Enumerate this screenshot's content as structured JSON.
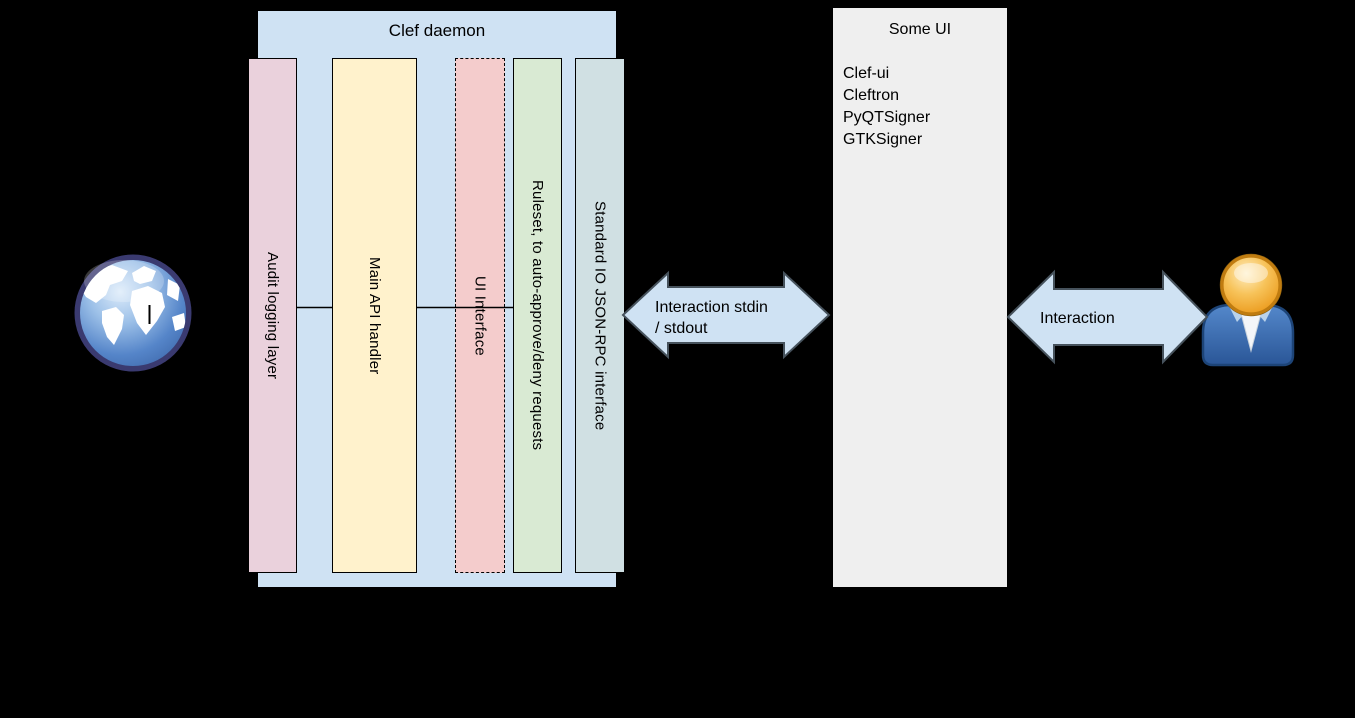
{
  "daemon": {
    "title": "Clef daemon",
    "container_fill": "#cfe2f3",
    "layers": [
      {
        "label": "Audit logging layer",
        "fill": "#ead1dc",
        "border_style": "solid"
      },
      {
        "label": "Main API handler",
        "fill": "#fff2cc",
        "border_style": "solid"
      },
      {
        "label": "UI Interface",
        "fill": "#f4cccc",
        "border_style": "dashed"
      },
      {
        "label": "Ruleset, to auto-approve/deny requests",
        "fill": "#d9ead3",
        "border_style": "solid"
      },
      {
        "label": "Standard IO JSON-RPC interface",
        "fill": "#d0e0e3",
        "border_style": "solid"
      }
    ]
  },
  "some_ui": {
    "title": "Some UI",
    "fill": "#efefef",
    "items": [
      "Clef-ui",
      "Cleftron",
      "PyQTSigner",
      "GTKSigner"
    ]
  },
  "arrows": {
    "left": {
      "lines": [
        "Interaction stdin",
        "/ stdout"
      ],
      "fill": "#cfe2f3",
      "stroke": "#46525c"
    },
    "right": {
      "lines": [
        "Interaction"
      ],
      "fill": "#cfe2f3",
      "stroke": "#46525c"
    }
  },
  "icons": {
    "left": "globe-icon",
    "right": "user-icon"
  },
  "colors": {
    "background": "#000000",
    "text": "#000000",
    "connector_line": "#000000"
  }
}
